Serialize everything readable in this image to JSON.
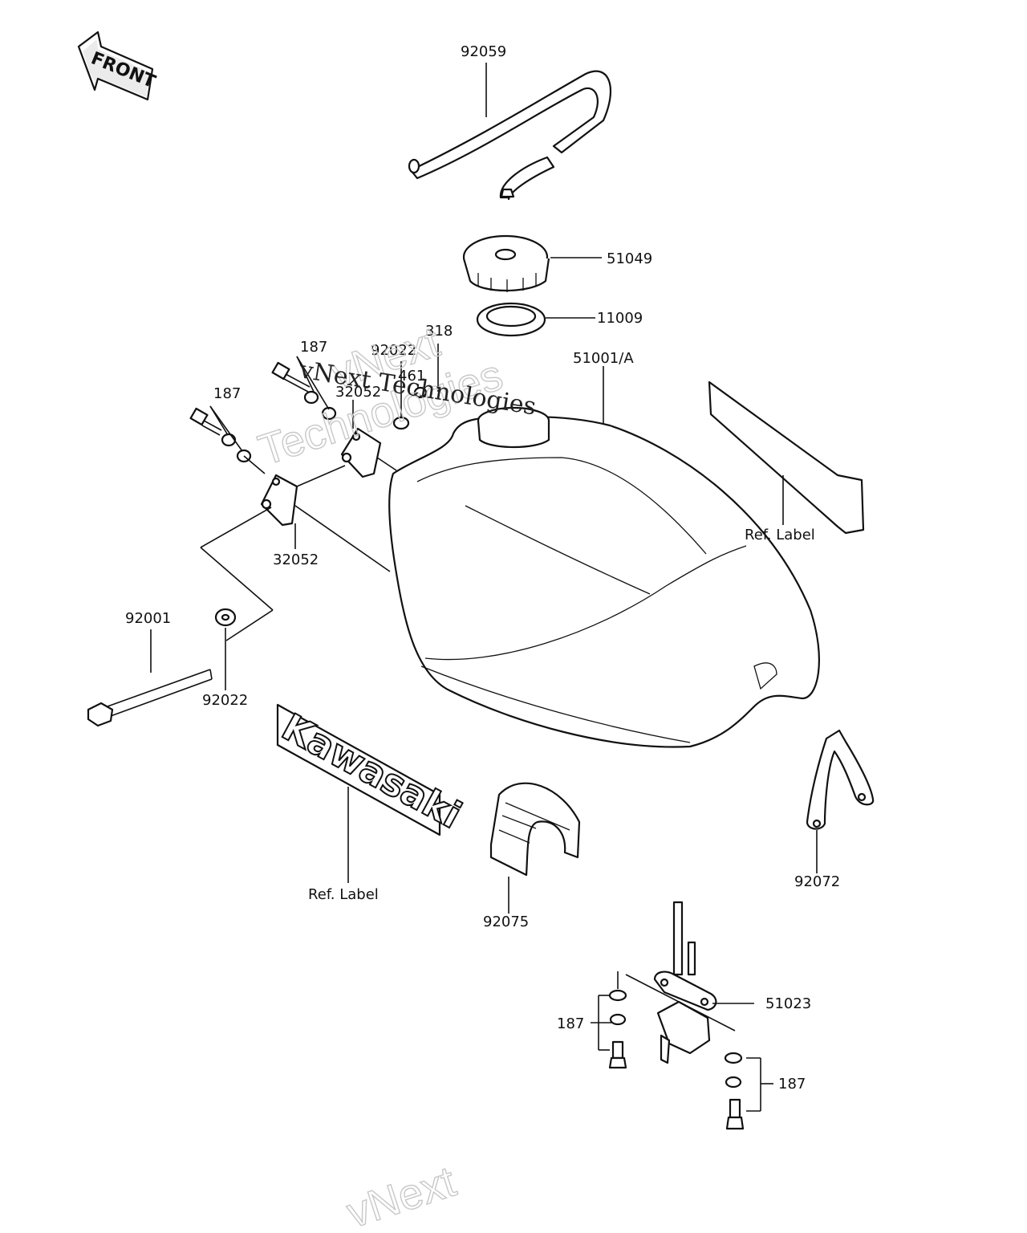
{
  "front_arrow": {
    "text": "FRONT"
  },
  "callouts": {
    "hose": "92059",
    "cap": "51049",
    "gasket": "11009",
    "bolt_318": "318",
    "washer_92022_top": "92022",
    "washer_461": "461",
    "collar_187_top": "187",
    "bracket_32052_top": "32052",
    "tank": "51001/A",
    "collar_187_left": "187",
    "bracket_32052_bottom": "32052",
    "ref_label_right": "Ref. Label",
    "bolt_92001": "92001",
    "washer_92022_bottom": "92022",
    "emblem_ref_label": "Ref. Label",
    "damper_92075": "92075",
    "strap_92072": "92072",
    "fuel_tap_51023": "51023",
    "screws_187_left": "187",
    "screws_187_right": "187"
  },
  "emblem": {
    "text": "Kawasaki"
  },
  "watermarks": [
    "vNext",
    "Technologies",
    "vNext Technologies",
    "vNext"
  ]
}
